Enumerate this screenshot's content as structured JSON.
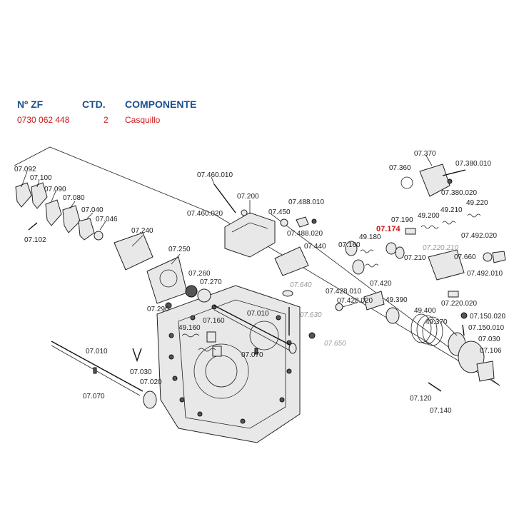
{
  "header": {
    "col_zf": "Nº ZF",
    "col_qty": "CTD.",
    "col_component": "COMPONENTE"
  },
  "row": {
    "zf": "0730 062 448",
    "qty": "2",
    "component": "Casquillo"
  },
  "highlight_color": "#d01818",
  "header_color": "#1b4f8f",
  "labels": [
    {
      "text": "07.092"
    },
    {
      "text": "07.100"
    },
    {
      "text": "07.090"
    },
    {
      "text": "07.080"
    },
    {
      "text": "07.040"
    },
    {
      "text": "07.046"
    },
    {
      "text": "07.102"
    },
    {
      "text": "07.240"
    },
    {
      "text": "07.250"
    },
    {
      "text": "07.260"
    },
    {
      "text": "07.270"
    },
    {
      "text": "07.290"
    },
    {
      "text": "49.160"
    },
    {
      "text": "07.160"
    },
    {
      "text": "07.010"
    },
    {
      "text": "07.070"
    },
    {
      "text": "07.030"
    },
    {
      "text": "07.020"
    },
    {
      "text": "07.010"
    },
    {
      "text": "07.070"
    },
    {
      "text": "07.460.010"
    },
    {
      "text": "07.200"
    },
    {
      "text": "07.460.020"
    },
    {
      "text": "07.450"
    },
    {
      "text": "07.488.010"
    },
    {
      "text": "07.488.020"
    },
    {
      "text": "07.440"
    },
    {
      "text": "07.370"
    },
    {
      "text": "07.360"
    },
    {
      "text": "07.380.010"
    },
    {
      "text": "07.380.020"
    },
    {
      "text": "49.210"
    },
    {
      "text": "49.220"
    },
    {
      "text": "07.190"
    },
    {
      "text": "49.200"
    },
    {
      "text": "07.174",
      "highlight": true
    },
    {
      "text": "49.180"
    },
    {
      "text": "07.160"
    },
    {
      "text": "07.210"
    },
    {
      "text": "07.660"
    },
    {
      "text": "07.492.020"
    },
    {
      "text": "07.492.010"
    },
    {
      "text": "07.420"
    },
    {
      "text": "07.428.010"
    },
    {
      "text": "07.428.020"
    },
    {
      "text": "49.390"
    },
    {
      "text": "07.220.020"
    },
    {
      "text": "49.400"
    },
    {
      "text": "49.370"
    },
    {
      "text": "07.150.020"
    },
    {
      "text": "07.150.010"
    },
    {
      "text": "07.030"
    },
    {
      "text": "07.106"
    },
    {
      "text": "07.120"
    },
    {
      "text": "07.140"
    }
  ],
  "ghost_labels": [
    {
      "text": "07.640"
    },
    {
      "text": "07.630"
    },
    {
      "text": "07.650"
    },
    {
      "text": "07.220.210"
    }
  ]
}
